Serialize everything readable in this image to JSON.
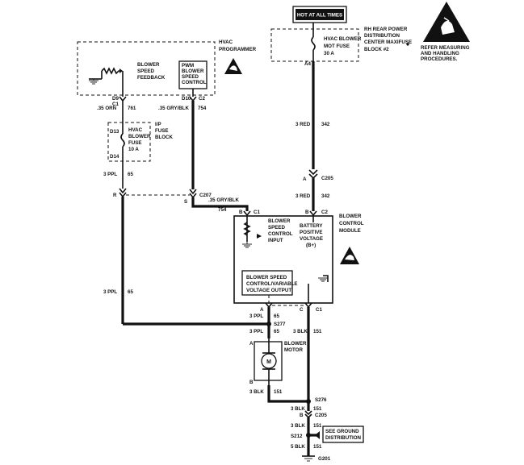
{
  "labels": {
    "hot_at_all_times": "HOT AT ALL TIMES",
    "rh_rear_line1": "RH REAR POWER",
    "rh_rear_line2": "DISTRIBUTION",
    "rh_rear_line3": "CENTER MAXIFUSE",
    "rh_rear_line4": "BLOCK #2",
    "refer_line1": "REFER MEASURING",
    "refer_line2": "AND HANDLING",
    "refer_line3": "PROCEDURES.",
    "hvac_blower_line1": "HVAC BLOWER",
    "hvac_blower_line2": "MOT FUSE",
    "hvac_blower_line3": "30 A",
    "pin_a4": "A4",
    "hvac_prog_line1": "HVAC",
    "hvac_prog_line2": "PROGRAMMER",
    "bsf_line1": "BLOWER",
    "bsf_line2": "SPEED",
    "bsf_line3": "FEEDBACK",
    "pwm_line1": "PWM",
    "pwm_line2": "BLOWER",
    "pwm_line3": "SPEED",
    "pwm_line4": "CONTROL",
    "pin_d9": "D9",
    "pin_c1_top": "C1",
    "pin_d10": "D10",
    "pin_c2_top": "C2",
    "wire_035_orn": ".35 ORN",
    "circuit_761": "761",
    "wire_035_gry_blk": ".35 GRY/BLK",
    "circuit_754_top": "754",
    "pin_d13": "D13",
    "pin_d14": "D14",
    "hvac_fuse_line1": "HVAC",
    "hvac_fuse_line2": "BLOWER",
    "hvac_fuse_line3": "FUSE",
    "hvac_fuse_line4": "10 A",
    "ip_fuse_line1": "I/P",
    "ip_fuse_line2": "FUSE",
    "ip_fuse_line3": "BLOCK",
    "wire_3_red_top": "3 RED",
    "circuit_342_top": "342",
    "wire_3_ppl_top": "3 PPL",
    "circuit_65_top": "65",
    "pin_a_c205": "A",
    "c205_top": "C205",
    "pin_r": "R",
    "pin_s": "S",
    "c207": "C207",
    "wire_035_gry_blk_2": ".35 GRY/BLK",
    "circuit_754_mid": "754",
    "wire_3_red_mid": "3 RED",
    "circuit_342_mid": "342",
    "pin_b_c1": "B",
    "module_c1": "C1",
    "pin_b_c2": "B",
    "module_c2": "C2",
    "bcm_line1": "BLOWER",
    "bcm_line2": "CONTROL",
    "bcm_line3": "MODULE",
    "bsci_line1": "BLOWER",
    "bsci_line2": "SPEED",
    "bsci_line3": "CONTROL",
    "bsci_line4": "INPUT",
    "bpv_line1": "BATTERY",
    "bpv_line2": "POSITIVE",
    "bpv_line3": "VOLTAGE",
    "bpv_line4": "(B+)",
    "bsc_line1": "BLOWER SPEED",
    "bsc_line2": "CONTROL/VARIABLE",
    "bsc_line3": "VOLTAGE OUTPUT",
    "wire_3_ppl_left": "3 PPL",
    "circuit_65_left": "65",
    "pin_a_bottom": "A",
    "pin_c_bottom": "C",
    "module_c1_bottom": "C1",
    "wire_3_ppl_s277a": "3 PPL",
    "circuit_65_s277a": "65",
    "s277": "S277",
    "wire_3_ppl_s277b": "3 PPL",
    "circuit_65_s277b": "65",
    "wire_3_blk_right": "3 BLK",
    "circuit_151_right": "151",
    "motor_line1": "BLOWER",
    "motor_line2": "MOTOR",
    "motor_m": "M",
    "pin_a_motor": "A",
    "pin_b_motor": "B",
    "wire_3_blk_motor": "3 BLK",
    "circuit_151_motor": "151",
    "s276": "S276",
    "wire_3_blk_s276": "3 BLK",
    "circuit_151_s276": "151",
    "pin_b_c205": "B",
    "c205_bottom": "C205",
    "wire_3_blk_s212": "3 BLK",
    "circuit_151_s212": "151",
    "s212": "S212",
    "see_ground_line1": "SEE GROUND",
    "see_ground_line2": "DISTRIBUTION",
    "wire_5_blk": "5 BLK",
    "circuit_151_bottom": "151",
    "g201": "G201"
  }
}
